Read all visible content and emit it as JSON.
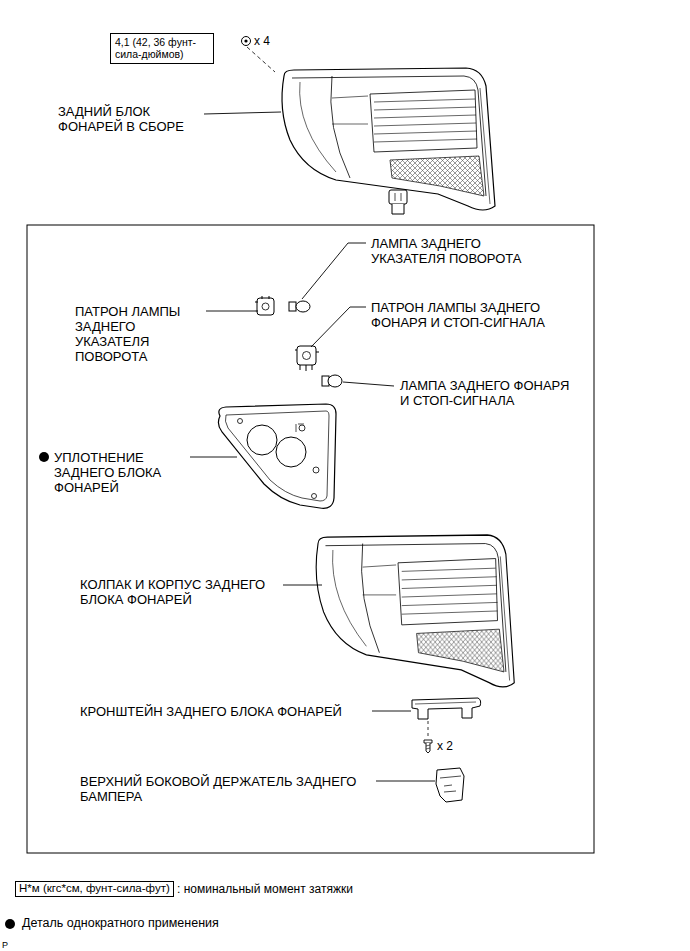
{
  "diagram": {
    "nodes": [
      {
        "text": [
          "4,1 (42, 36 фунт-сила-дюймов)"
        ]
      },
      {
        "text": [
          "Н*м (кгс*см, фунт-сила-фут)"
        ]
      }
    ],
    "labels": [
      "x 4",
      "ЗАДНИЙ БЛОК ФОНАРЕЙ В СБОРЕ",
      "ЛАМПА ЗАДНЕГО УКАЗАТЕЛЯ ПОВОРОТА",
      "ПАТРОН ЛАМПЫ ЗАДНЕГО УКАЗАТЕЛЯ ПОВОРОТА",
      "ПАТРОН ЛАМПЫ ЗАДНЕГО ФОНАРЯ И СТОП-СИГНАЛА",
      "ЛАМПА ЗАДНЕГО ФОНАРЯ И СТОП-СИГНАЛА",
      "УПЛОТНЕНИЕ ЗАДНЕГО БЛОКА ФОНАРЕЙ",
      "КОЛПАК И КОРПУС ЗАДНЕГО БЛОКА ФОНАРЕЙ",
      "КРОНШТЕЙН ЗАДНЕГО БЛОКА ФОНАРЕЙ",
      "x 2",
      "ВЕРХНИЙ БОКОВОЙ ДЕРЖАТЕЛЬ ЗАДНЕГО БАМПЕРА",
      ": номинальный момент затяжки",
      "P"
    ],
    "legend": [
      {
        "text": "Деталь однократного применения"
      }
    ]
  }
}
